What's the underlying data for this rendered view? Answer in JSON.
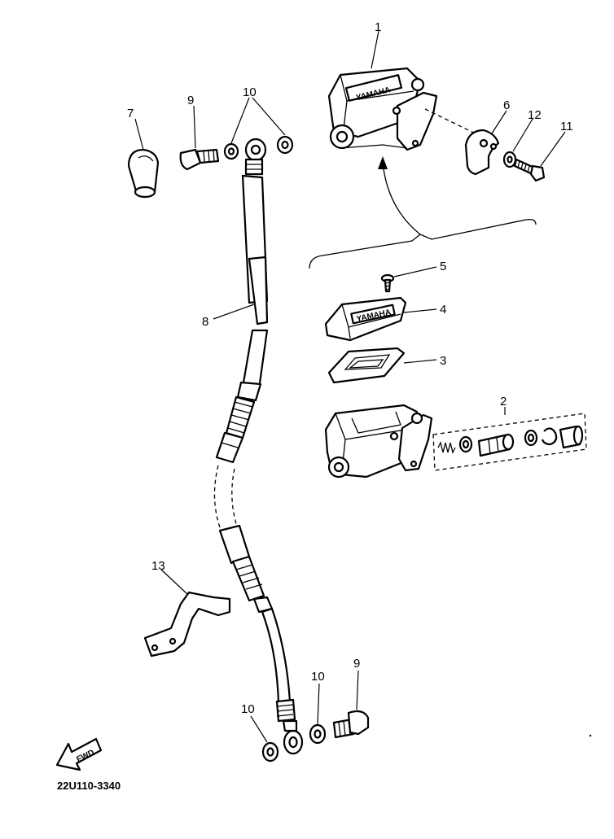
{
  "callouts": {
    "c1": "1",
    "c2": "2",
    "c3": "3",
    "c4": "4",
    "c5": "5",
    "c6": "6",
    "c7": "7",
    "c8": "8",
    "c9_top": "9",
    "c9_bottom": "9",
    "c10_top": "10",
    "c10_bottom_left": "10",
    "c10_bottom_right": "10",
    "c11": "11",
    "c12": "12",
    "c13": "13"
  },
  "reservoir_brand": "YAMAHA",
  "cover_brand": "YAMAHA",
  "forward_arrow_label": "FWD",
  "diagram_code": "22U110-3340"
}
